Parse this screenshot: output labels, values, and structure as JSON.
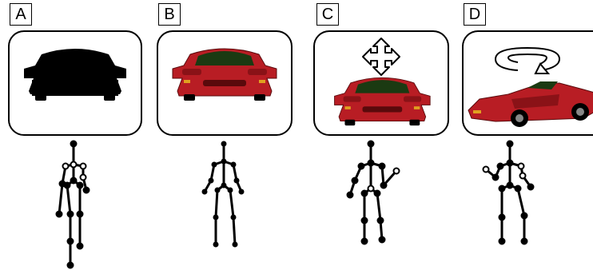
{
  "panels": [
    {
      "label": "A",
      "condition": "silhouette"
    },
    {
      "label": "B",
      "condition": "colored-front"
    },
    {
      "label": "C",
      "condition": "colored-front-translate"
    },
    {
      "label": "D",
      "condition": "colored-side-rotate"
    }
  ],
  "colors": {
    "car_body": "#b81d24",
    "car_dark_red": "#8a1217",
    "car_window": "#1b3a12",
    "silhouette": "#000000",
    "stroke": "#000000"
  },
  "icons": [
    "four-way-arrow-icon",
    "rotation-arrow-icon"
  ]
}
